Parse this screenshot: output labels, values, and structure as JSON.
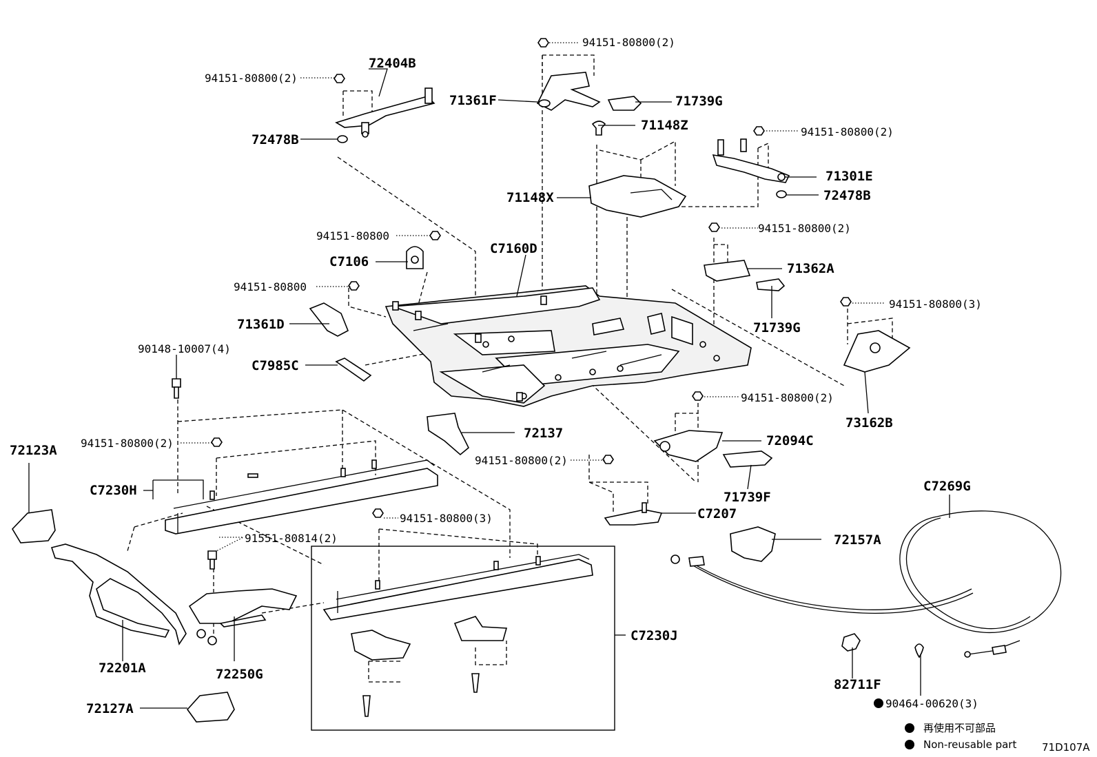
{
  "parts": {
    "p72404B": "72404B",
    "p94151_a": "94151-80800(2)",
    "p72478B_a": "72478B",
    "p94151_top": "94151-80800(2)",
    "p71361F": "71361F",
    "p71739G_top": "71739G",
    "p71148Z": "71148Z",
    "p71148X": "71148X",
    "p94151_r1": "94151-80800(2)",
    "p71301E": "71301E",
    "p72478B_b": "72478B",
    "p94151_c": "94151-80800",
    "pC7106": "C7106",
    "pC7160D": "C7160D",
    "p94151_d": "94151-80800",
    "p71361D": "71361D",
    "p94151_r2": "94151-80800(2)",
    "p71362A": "71362A",
    "p71739G_mid": "71739G",
    "p94151_r3": "94151-80800(3)",
    "p90148": "90148-10007(4)",
    "pC7985C": "C7985C",
    "p73162B": "73162B",
    "p94151_r4": "94151-80800(2)",
    "p72137": "72137",
    "p72123A": "72123A",
    "p94151_e": "94151-80800(2)",
    "p72094C": "72094C",
    "pC7230H": "C7230H",
    "p94151_f": "94151-80800(2)",
    "p71739F": "71739F",
    "pC7269G": "C7269G",
    "pC7207": "C7207",
    "p91551": "91551-80814(2)",
    "p94151_g": "94151-80800(3)",
    "p72157A": "72157A",
    "pC7230J": "C7230J",
    "p72201A": "72201A",
    "p72250G": "72250G",
    "p82711F": "82711F",
    "p90464": "90464-00620(3)",
    "p72127A": "72127A"
  },
  "legend": {
    "jp": "再使用不可部品",
    "en": "Non-reusable part"
  },
  "diagram_code": "71D107A"
}
